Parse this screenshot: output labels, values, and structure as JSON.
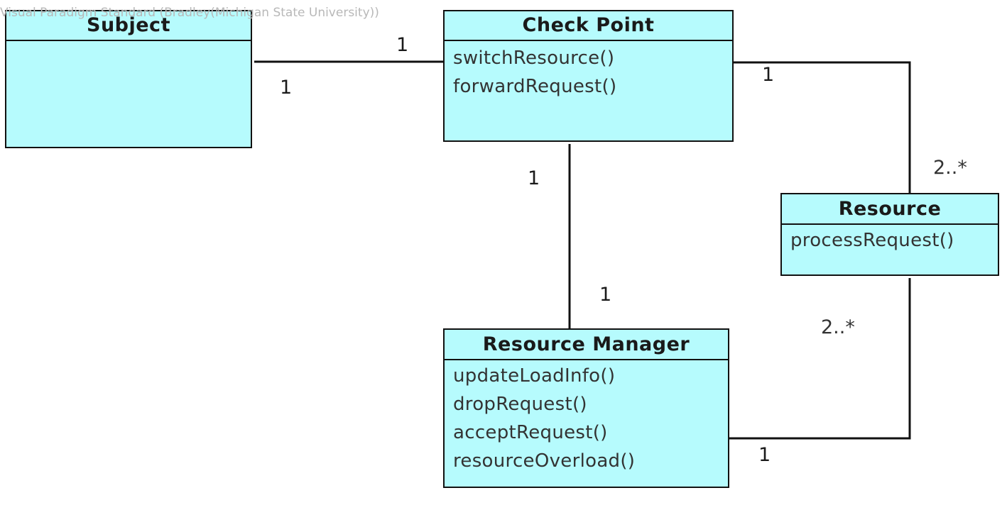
{
  "watermark": "Visual Paradigm Standard (Bradley(Michigan State University))",
  "classes": {
    "subject": {
      "name": "Subject",
      "methods": []
    },
    "check_point": {
      "name": "Check Point",
      "methods": [
        "switchResource()",
        "forwardRequest()"
      ]
    },
    "resource": {
      "name": "Resource",
      "methods": [
        "processRequest()"
      ]
    },
    "resource_manager": {
      "name": "Resource Manager",
      "methods": [
        "updateLoadInfo()",
        "dropRequest()",
        "acceptRequest()",
        "resourceOverload()"
      ]
    }
  },
  "multiplicities": {
    "subject_checkpoint_at_checkpoint": "1",
    "subject_checkpoint_at_subject": "1",
    "checkpoint_resource_at_checkpoint": "1",
    "checkpoint_resource_at_resource": "2..*",
    "checkpoint_manager_at_checkpoint": "1",
    "checkpoint_manager_at_manager": "1",
    "manager_resource_at_resource": "2..*",
    "manager_resource_at_manager": "1"
  },
  "colors": {
    "class_fill": "#b6fbfd",
    "line": "#111111"
  }
}
